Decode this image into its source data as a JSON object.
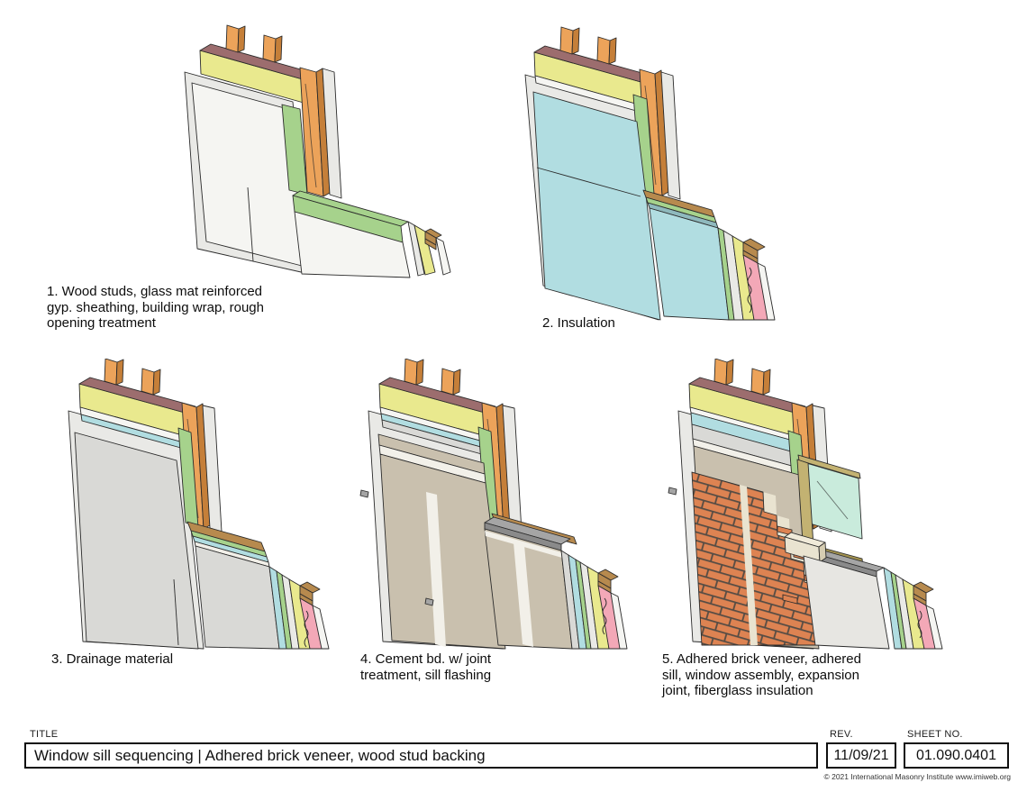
{
  "sheet": {
    "background": "#ffffff"
  },
  "figures": [
    {
      "step": 1,
      "caption": "1. Wood studs, glass mat reinforced gyp. sheathing, building wrap, rough opening treatment"
    },
    {
      "step": 2,
      "caption": "2. Insulation"
    },
    {
      "step": 3,
      "caption": "3. Drainage material"
    },
    {
      "step": 4,
      "caption": "4. Cement bd. w/ joint treatment, sill flashing"
    },
    {
      "step": 5,
      "caption": "5. Adhered brick veneer, adhered sill, window assembly, expansion joint, fiberglass insulation"
    }
  ],
  "title_block": {
    "title_label": "TITLE",
    "title": "Window sill sequencing | Adhered brick veneer, wood stud backing",
    "rev_label": "REV.",
    "rev": "11/09/21",
    "sheet_label": "SHEET NO.",
    "sheet_no": "01.090.0401",
    "copyright": "© 2021 International Masonry Institute  www.imiweb.org"
  },
  "legend_materials": {
    "wood_stud": "#eca35a",
    "top_plate": "#9c6d6e",
    "gyp_sheathing": "#e9e98e",
    "rough_opening_membrane": "#a6d28c",
    "insulation_board": "#b1dde1",
    "drainage_material": "#d9d9d6",
    "cement_board": "#c9c0ae",
    "joint_treatment": "#f2f0e9",
    "sill_flashing": "#a5a5a5",
    "brick_veneer": "#dd8352",
    "fiberglass_insulation": "#f3a8b7",
    "glass": "#c9ebdc",
    "window_frame": "#c3b272",
    "adhered_sill": "#e9e3d0"
  },
  "colors": {
    "yellow": "#e9e98e",
    "mauve": "#9c6d6e",
    "wood": "#eca35a",
    "woodDk": "#c57f39",
    "woodPlate": "#b78a4e",
    "green": "#a6d28c",
    "greenDk": "#8bbd6e",
    "panel": "#f5f5f2",
    "gyp": "#e9e9e6",
    "teal": "#b1dde1",
    "tealDk": "#8fb9bd",
    "gray": "#d9d9d6",
    "pink": "#f3a8b7",
    "pinkDk": "#e2849b",
    "tan": "#c9c0ae",
    "joint": "#f2f0e9",
    "flash": "#a5a5a5",
    "flashDk": "#8a8a8a",
    "brick": "#dd8352",
    "mortar": "#554c44",
    "cream": "#e9e3d0",
    "creamDk": "#d6cdb2",
    "glass": "#c9ebdc",
    "frame": "#c3b272",
    "frameDk": "#a2924f"
  }
}
